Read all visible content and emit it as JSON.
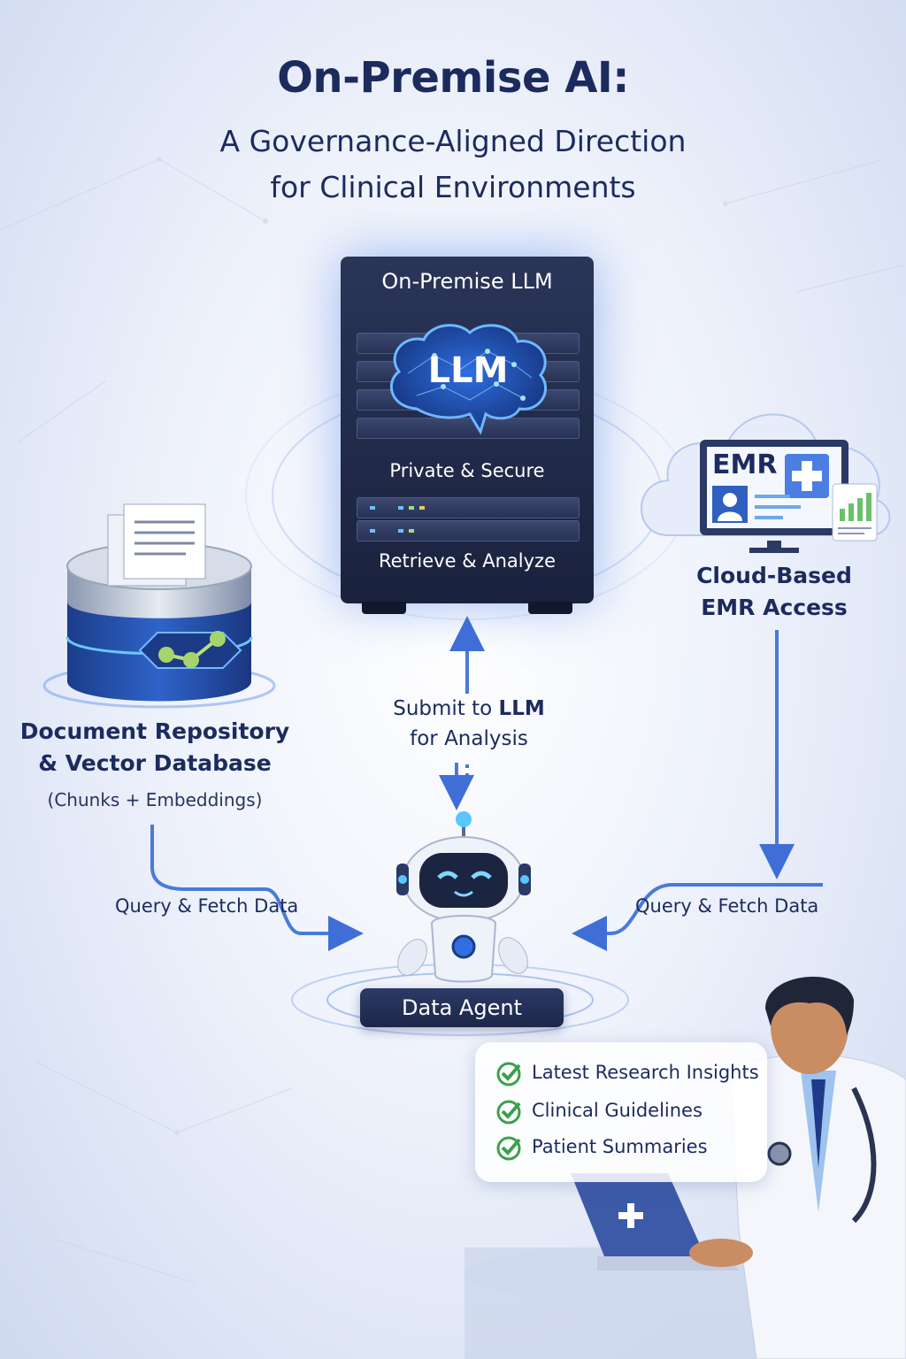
{
  "title": {
    "line1": "On-Premise AI:",
    "line2": "A Governance-Aligned Direction",
    "line3": "for Clinical Environments"
  },
  "server": {
    "label": "On-Premise LLM",
    "brain_label": "LLM",
    "line1": "Private & Secure",
    "line2": "Retrieve & Analyze"
  },
  "database": {
    "line1": "Document Repository",
    "line2": "& Vector Database",
    "line3": "(Chunks + Embeddings)"
  },
  "cloud": {
    "screen_label": "EMR",
    "line1": "Cloud-Based",
    "line2": "EMR Access"
  },
  "submit": {
    "line1_prefix": "Submit to ",
    "line1_bold": "LLM",
    "line2": "for Analysis"
  },
  "flows": {
    "left": "Query & Fetch Data",
    "right": "Query & Fetch Data"
  },
  "agent": {
    "label": "Data Agent"
  },
  "checklist": [
    {
      "text": "Latest Research Insights"
    },
    {
      "text": "Clinical Guidelines"
    },
    {
      "text": "Patient Summaries"
    }
  ],
  "colors": {
    "navy": "#1c2b5e",
    "accent_blue": "#3f6fd6",
    "check_green": "#3aa14a"
  }
}
